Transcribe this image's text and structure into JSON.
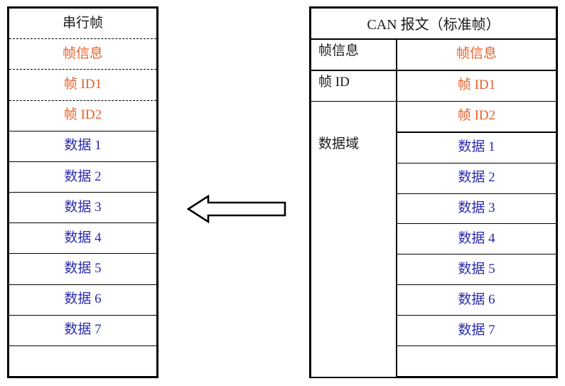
{
  "diagram": {
    "title_left": "串行帧",
    "title_right": "CAN 报文（标准帧）",
    "direction": "right-to-left",
    "colors": {
      "black": "#1a1a1a",
      "orange": "#e8602c",
      "blue": "#2b2bb0",
      "border": "#000000",
      "background": "#ffffff"
    }
  },
  "serial_frame": {
    "header": "串行帧",
    "rows": [
      {
        "text": "帧信息",
        "color": "orange",
        "separator": "dashed"
      },
      {
        "text": "帧 ID1",
        "color": "orange",
        "separator": "dashed"
      },
      {
        "text": "帧 ID2",
        "color": "orange",
        "separator": "solid"
      },
      {
        "text": "数据 1",
        "color": "blue",
        "separator": "solid"
      },
      {
        "text": "数据 2",
        "color": "blue",
        "separator": "solid"
      },
      {
        "text": "数据 3",
        "color": "blue",
        "separator": "solid"
      },
      {
        "text": "数据 4",
        "color": "blue",
        "separator": "solid"
      },
      {
        "text": "数据 5",
        "color": "blue",
        "separator": "solid"
      },
      {
        "text": "数据 6",
        "color": "blue",
        "separator": "solid"
      },
      {
        "text": "数据 7",
        "color": "blue",
        "separator": "solid"
      },
      {
        "text": "",
        "color": "black",
        "separator": "none"
      }
    ]
  },
  "can_message": {
    "header": "CAN 报文（标准帧）",
    "rows": [
      {
        "label": "帧信息",
        "value": "帧信息",
        "color": "orange"
      },
      {
        "label": "帧 ID",
        "value": "帧 ID1",
        "color": "orange"
      },
      {
        "label": "",
        "value": "帧 ID2",
        "color": "orange"
      },
      {
        "label": "数据域",
        "value": "数据 1",
        "color": "blue"
      },
      {
        "label": "",
        "value": "数据 2",
        "color": "blue"
      },
      {
        "label": "",
        "value": "数据 3",
        "color": "blue"
      },
      {
        "label": "",
        "value": "数据 4",
        "color": "blue"
      },
      {
        "label": "",
        "value": "数据 5",
        "color": "blue"
      },
      {
        "label": "",
        "value": "数据 6",
        "color": "blue"
      },
      {
        "label": "",
        "value": "数据 7",
        "color": "blue"
      },
      {
        "label": "",
        "value": "",
        "color": "black"
      }
    ]
  },
  "arrow": {
    "name": "left-arrow",
    "label": "",
    "points_to": "串行帧"
  }
}
